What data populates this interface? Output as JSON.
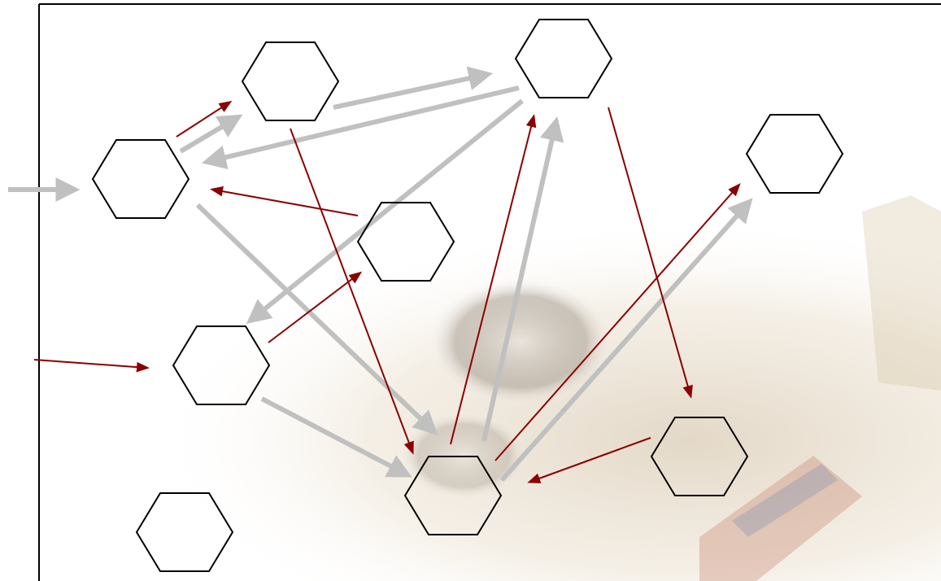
{
  "colors": {
    "frame": "#000000",
    "hexagon_stroke": "#000000",
    "hexagon_fill": "none",
    "gray_arrow": "#c0c0c0",
    "red_arrow": "#8b0000",
    "background_photo_tone": "#d9c8ad"
  },
  "nodes": [
    {
      "id": "n1"
    },
    {
      "id": "n2"
    },
    {
      "id": "n3"
    },
    {
      "id": "n4"
    },
    {
      "id": "n5"
    },
    {
      "id": "n6"
    },
    {
      "id": "n7"
    },
    {
      "id": "n8"
    },
    {
      "id": "n9"
    },
    {
      "id": "n10"
    }
  ],
  "edges": [
    {
      "kind": "gray",
      "from": "external-left",
      "to": "n1"
    },
    {
      "kind": "gray",
      "from": "n1",
      "to": "n2"
    },
    {
      "kind": "gray",
      "from": "n2",
      "to": "n3"
    },
    {
      "kind": "gray",
      "from": "n3",
      "to": "n1"
    },
    {
      "kind": "gray",
      "from": "n3",
      "to": "n4"
    },
    {
      "kind": "gray",
      "from": "n1",
      "to": "n7"
    },
    {
      "kind": "gray",
      "from": "n4",
      "to": "n7"
    },
    {
      "kind": "gray",
      "from": "n7",
      "to": "n3"
    },
    {
      "kind": "gray",
      "from": "n7",
      "to": "n6"
    },
    {
      "kind": "red",
      "from": "n1",
      "to": "n2"
    },
    {
      "kind": "red",
      "from": "n5",
      "to": "n1"
    },
    {
      "kind": "red",
      "from": "external-left",
      "to": "n4"
    },
    {
      "kind": "red",
      "from": "n4",
      "to": "n5"
    },
    {
      "kind": "red",
      "from": "n2",
      "to": "n7"
    },
    {
      "kind": "red",
      "from": "n7",
      "to": "n3"
    },
    {
      "kind": "red",
      "from": "n3",
      "to": "n8"
    },
    {
      "kind": "red",
      "from": "n8",
      "to": "n7"
    },
    {
      "kind": "red",
      "from": "n7",
      "to": "n6"
    }
  ]
}
